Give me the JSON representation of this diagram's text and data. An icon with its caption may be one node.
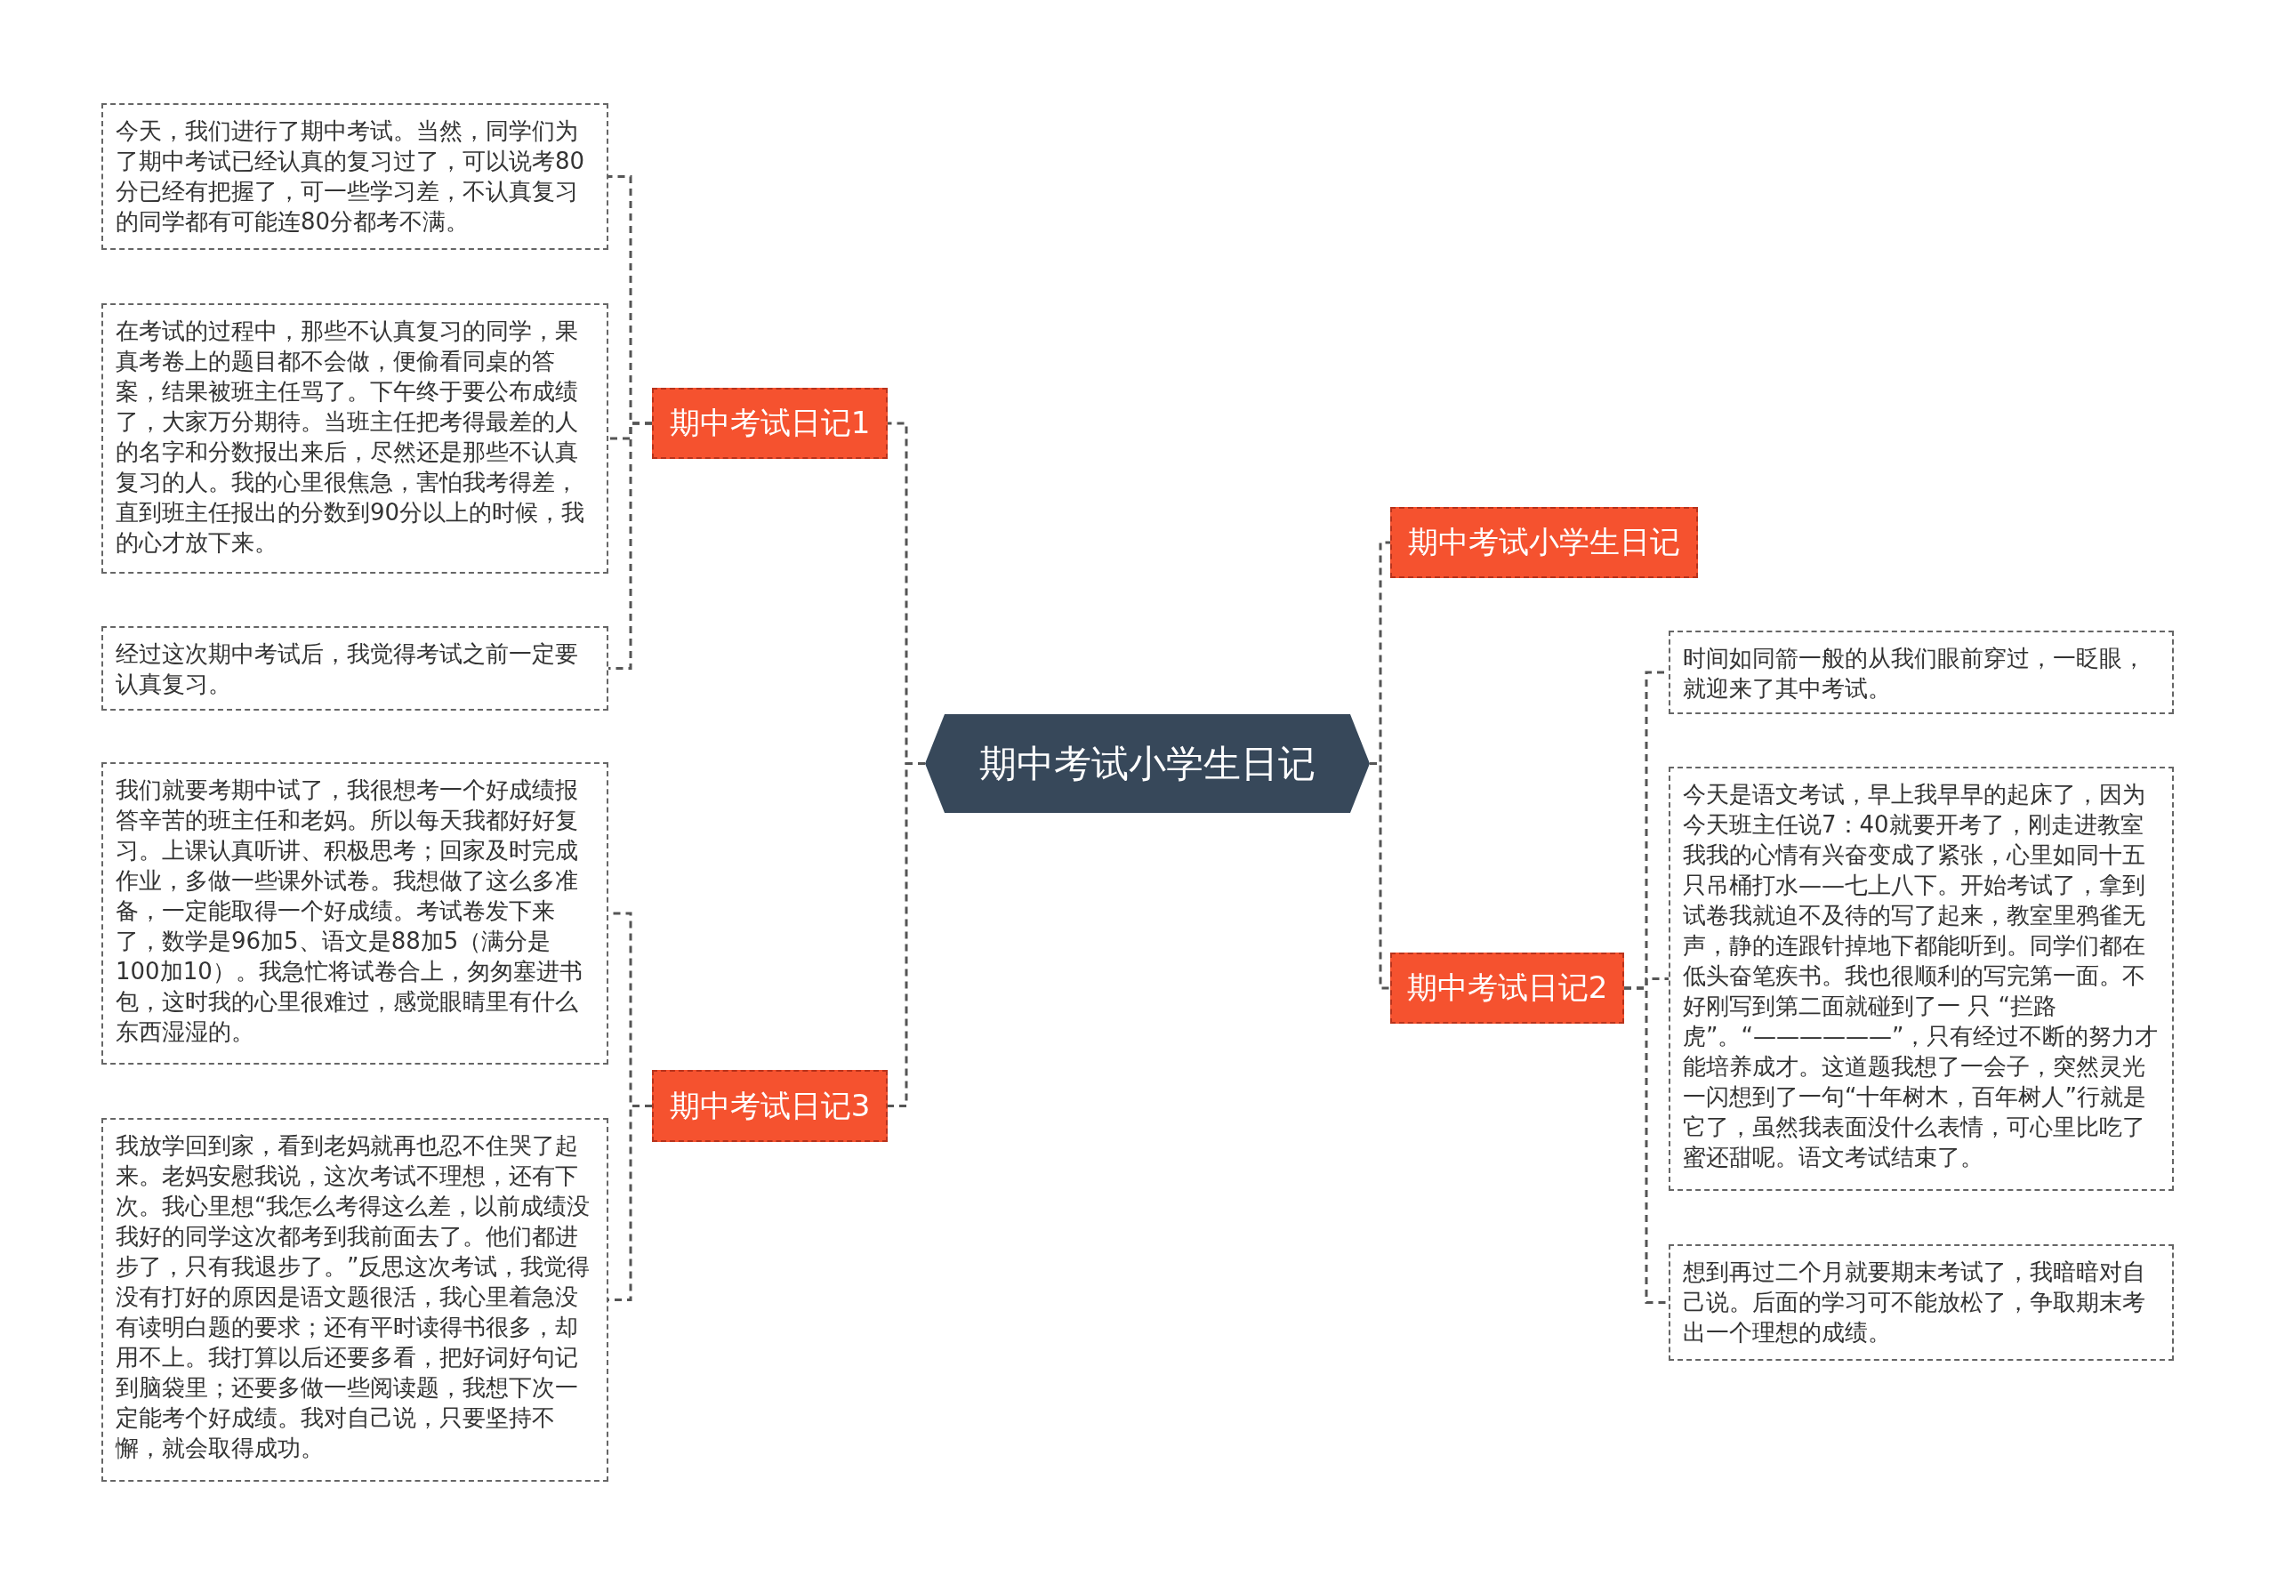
{
  "diagram": {
    "nodes": [
      {
        "text": [
          "期中考试小学生日记"
        ]
      },
      {
        "text": [
          "期中考试日记1"
        ]
      },
      {
        "text": [
          "今天，我们进行了期中考试。当然，同学们为了期中考试已经认真的复习过了，可以说考80分已经有把握了，可一些学习差，不认真复习的同学都有可能连80分都考不满。"
        ]
      },
      {
        "text": [
          "在考试的过程中，那些不认真复习的同学，果真考卷上的题目都不会做，便偷看同桌的答案，结果被班主任骂了。下午终于要公布成绩了，大家万分期待。当班主任把考得最差的人的名字和分数报出来后，尽然还是那些不认真复习的人。我的心里很焦急，害怕我考得差，直到班主任报出的分数到90分以上的时候，我的心才放下来。"
        ]
      },
      {
        "text": [
          "经过这次期中考试后，我觉得考试之前一定要认真复习。"
        ]
      },
      {
        "text": [
          "期中考试日记3"
        ]
      },
      {
        "text": [
          "我们就要考期中试了，我很想考一个好成绩报答辛苦的班主任和老妈。所以每天我都好好复习。上课认真听讲、积极思考；回家及时完成作业，多做一些课外试卷。我想做了这么多准备，一定能取得一个好成绩。考试卷发下来了，数学是96加5、语文是88加5（满分是100加10）。我急忙将试卷合上，匆匆塞进书包，这时我的心里很难过，感觉眼睛里有什么东西湿湿的。"
        ]
      },
      {
        "text": [
          "我放学回到家，看到老妈就再也忍不住哭了起来。老妈安慰我说，这次考试不理想，还有下次。我心里想“我怎么考得这么差，以前成绩没我好的同学这次都考到我前面去了。他们都进步了，只有我退步了。”反思这次考试，我觉得没有打好的原因是语文题很活，我心里着急没有读明白题的要求；还有平时读得书很多，却用不上。我打算以后还要多看，把好词好句记到脑袋里；还要多做一些阅读题，我想下次一定能考个好成绩。我对自己说，只要坚持不懈，就会取得成功。"
        ]
      },
      {
        "text": [
          "期中考试小学生日记"
        ]
      },
      {
        "text": [
          "期中考试日记2"
        ]
      },
      {
        "text": [
          "时间如同箭一般的从我们眼前穿过，一眨眼，就迎来了其中考试。"
        ]
      },
      {
        "text": [
          "今天是语文考试，早上我早早的起床了，因为今天班主任说7：40就要开考了，刚走进教室我我的心情有兴奋变成了紧张，心里如同十五只吊桶打水——七上八下。开始考试了，拿到试卷我就迫不及待的写了起来，教室里鸦雀无声，静的连跟针掉地下都能听到。同学们都在低头奋笔疾书。我也很顺利的写完第一面。不好刚写到第二面就碰到了一 只 “拦路虎”。“——————”，只有经过不断的努力才能培养成才。这道题我想了一会子，突然灵光一闪想到了一句“十年树木，百年树人”行就是它了，虽然我表面没什么表情，可心里比吃了蜜还甜呢。语文考试结束了。"
        ]
      },
      {
        "text": [
          "想到再过二个月就要期末考试了，我暗暗对自己说。后面的学习可不能放松了，争取期末考出一个理想的成绩。"
        ]
      }
    ],
    "edges": [
      {
        "from": 0,
        "to": 1,
        "arrow": "none"
      },
      {
        "from": 0,
        "to": 5,
        "arrow": "none"
      },
      {
        "from": 0,
        "to": 8,
        "arrow": "none"
      },
      {
        "from": 0,
        "to": 9,
        "arrow": "none"
      },
      {
        "from": 1,
        "to": 2,
        "arrow": "none"
      },
      {
        "from": 1,
        "to": 3,
        "arrow": "none"
      },
      {
        "from": 1,
        "to": 4,
        "arrow": "none"
      },
      {
        "from": 5,
        "to": 6,
        "arrow": "none"
      },
      {
        "from": 5,
        "to": 7,
        "arrow": "none"
      },
      {
        "from": 9,
        "to": 10,
        "arrow": "none"
      },
      {
        "from": 9,
        "to": 11,
        "arrow": "none"
      },
      {
        "from": 9,
        "to": 12,
        "arrow": "none"
      }
    ]
  }
}
